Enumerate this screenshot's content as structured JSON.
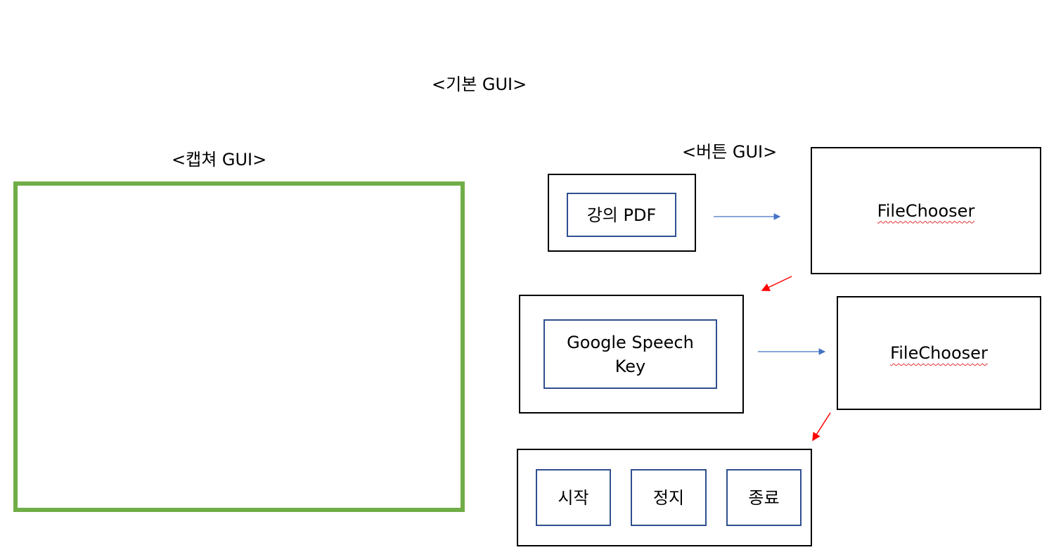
{
  "titles": {
    "main": "<기본 GUI>",
    "capture": "<캡쳐 GUI>",
    "buttons": "<버튼 GUI>"
  },
  "buttons": {
    "pdf": "강의 PDF",
    "speech_key": "Google Speech Key",
    "start": "시작",
    "stop": "정지",
    "exit": "종료"
  },
  "file_chooser": {
    "first": "FileChooser",
    "second": "FileChooser"
  },
  "colors": {
    "capture_border": "#70ad47",
    "button_border": "#2f4f8f",
    "blue_arrow": "#4472c4",
    "red_arrow": "#ff0000"
  }
}
